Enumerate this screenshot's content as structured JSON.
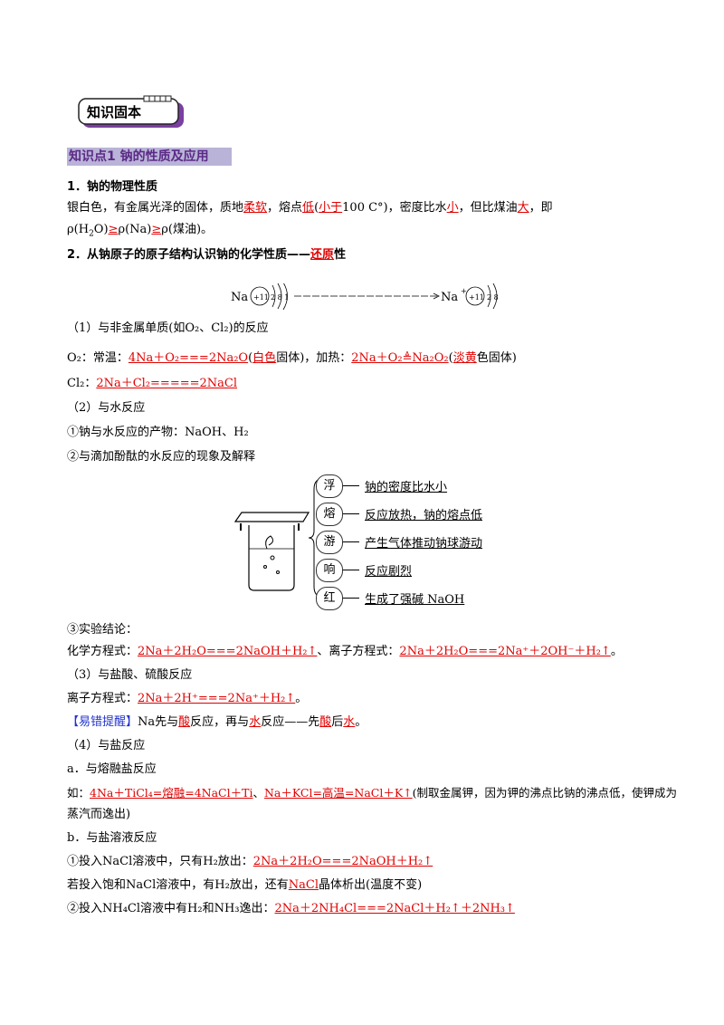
{
  "badge": {
    "label": "知识固本"
  },
  "kp1": {
    "title": "知识点1 钠的性质及应用"
  },
  "s1": {
    "heading": "1．钠的物理性质",
    "t1": "银白色，有金属光泽的固体，质地",
    "a1": "柔软",
    "t2": "，熔点",
    "a2": "低",
    "t3": "(",
    "a3": "小于",
    "t4": "100 C°)，密度比水",
    "a4": "小",
    "t5": "，但比煤油",
    "a5": "大",
    "t6": "，即",
    "l2a": "ρ(H",
    "l2b": "O)",
    "a6": "≥",
    "l2c": "ρ(Na)",
    "a7": "≥",
    "l2d": "ρ(煤油)。"
  },
  "s2": {
    "heading_a": "2．从钠原子的原子结构认识钠的化学性质——",
    "heading_ans": "还原",
    "heading_b": "性",
    "atom_left": "Na",
    "atom_left_nucleus": "+11",
    "atom_left_shells": "2 8 1",
    "atom_right": "Na",
    "atom_right_charge": "+",
    "atom_right_nucleus": "+11",
    "atom_right_shells": "2 8"
  },
  "r1": {
    "heading": "（1）与非金属单质(如O₂、Cl₂)的反应",
    "o2_label": "O₂：常温：",
    "o2_eq1": "4Na＋O₂===2Na₂O",
    "o2_p1": "(",
    "o2_c1": "白色",
    "o2_p2": "固体)，加热：",
    "o2_eq2": "2Na＋O₂≜Na₂O₂",
    "o2_p3": "(",
    "o2_c2": "淡黄",
    "o2_p4": "色固体)",
    "cl2_label": "Cl₂：",
    "cl2_eq": "2Na＋Cl₂=====2NaCl"
  },
  "r2": {
    "heading": "（2）与水反应",
    "p1": "①钠与水反应的产物：NaOH、H₂",
    "p2": "②与滴加酚酞的水反应的现象及解释",
    "items": [
      {
        "char": "浮",
        "desc": "钠的密度比水小"
      },
      {
        "char": "熔",
        "desc": "反应放热，钠的熔点低"
      },
      {
        "char": "游",
        "desc": "产生气体推动钠球游动"
      },
      {
        "char": "响",
        "desc": "反应剧烈"
      },
      {
        "char": "红",
        "desc": "生成了强碱 NaOH"
      }
    ],
    "p3": "③实验结论：",
    "chem_label": "化学方程式：",
    "chem_eq": "2Na＋2H₂O===2NaOH＋H₂↑",
    "ion_label": "、离子方程式：",
    "ion_eq": "2Na＋2H₂O===2Na⁺＋2OH⁻＋H₂↑",
    "end": "。"
  },
  "r3": {
    "heading": "（3）与盐酸、硫酸反应",
    "ion_label": "离子方程式：",
    "ion_eq": "2Na＋2H⁺===2Na⁺＋H₂↑",
    "end": "。",
    "tip_label": "【易错提醒】",
    "tip_a": "Na先与",
    "tip_ans1": "酸",
    "tip_b": "反应，再与",
    "tip_ans2": "水",
    "tip_c": "反应——先",
    "tip_ans3": "酸",
    "tip_d": "后",
    "tip_ans4": "水",
    "tip_e": "。"
  },
  "r4": {
    "heading": "（4）与盐反应",
    "a_heading": "a．与熔融盐反应",
    "a_pre": "如：",
    "a_eq1": "4Na＋TiCl₄=熔融=4NaCl＋Ti",
    "a_sep": "、",
    "a_eq2": "Na＋KCl=高温=NaCl＋K↑",
    "a_post": "(制取金属钾，因为钾的沸点比钠的沸点低，使钾成为",
    "a_post2": "蒸汽而逸出)",
    "b_heading": "b．与盐溶液反应",
    "b1_label": "①投入NaCl溶液中，只有H₂放出：",
    "b1_eq": "2Na＋2H₂O===2NaOH＋H₂↑",
    "b2_a": "若投入饱和NaCl溶液中，有H₂放出，还有",
    "b2_ans": "NaCl",
    "b2_b": "晶体析出(温度不变)",
    "b3_label": "②投入NH₄Cl溶液中有H₂和NH₃逸出：",
    "b3_eq": "2Na＋2NH₄Cl===2NaCl＋H₂↑＋2NH₃↑"
  }
}
